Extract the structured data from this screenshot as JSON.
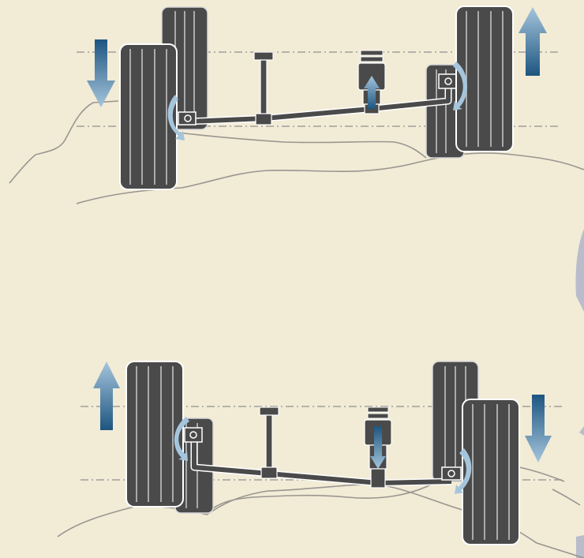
{
  "diagram": {
    "panels": [
      {
        "id": "top",
        "left_wheel_motion": "down",
        "right_wheel_motion": "up",
        "center_unit_motion": "up"
      },
      {
        "id": "bottom",
        "left_wheel_motion": "up",
        "right_wheel_motion": "down",
        "center_unit_motion": "down"
      }
    ]
  },
  "colors": {
    "background": "#f2ebd6",
    "terrain_line": "#9a9690",
    "tire_fill": "#4a4a4a",
    "tire_groove": "#c9c9c9",
    "axle": "#4a4a4a",
    "arrow_light": "#9cbdd6",
    "arrow_dark": "#1d5580",
    "side_shape": "#b9bccb"
  }
}
